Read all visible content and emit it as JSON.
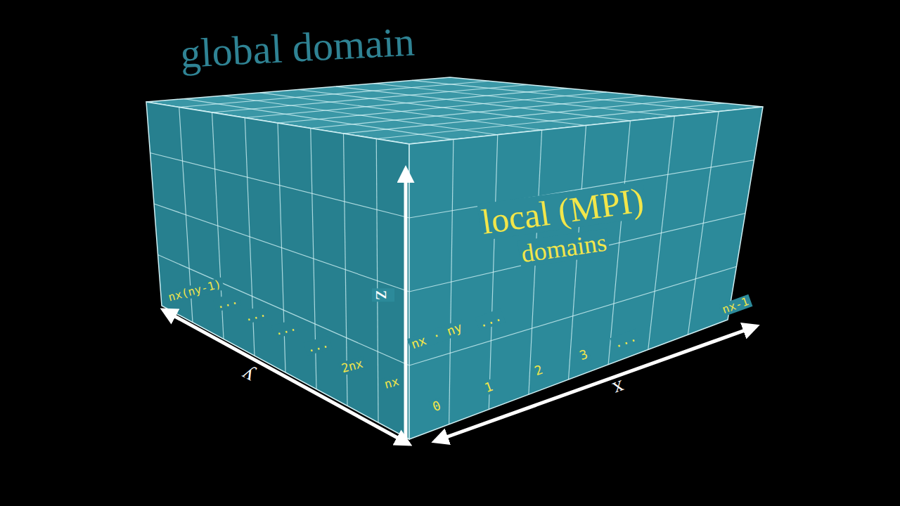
{
  "diagram": {
    "title": "global domain",
    "labels": [
      "local (MPI)",
      "domains",
      "x",
      "y",
      "z",
      "0",
      "1",
      "2",
      "3",
      "...",
      "nx-1",
      "nx",
      "2nx",
      "...",
      "...",
      "...",
      "...",
      "nx(ny-1)",
      "nx · ny",
      "..."
    ]
  }
}
